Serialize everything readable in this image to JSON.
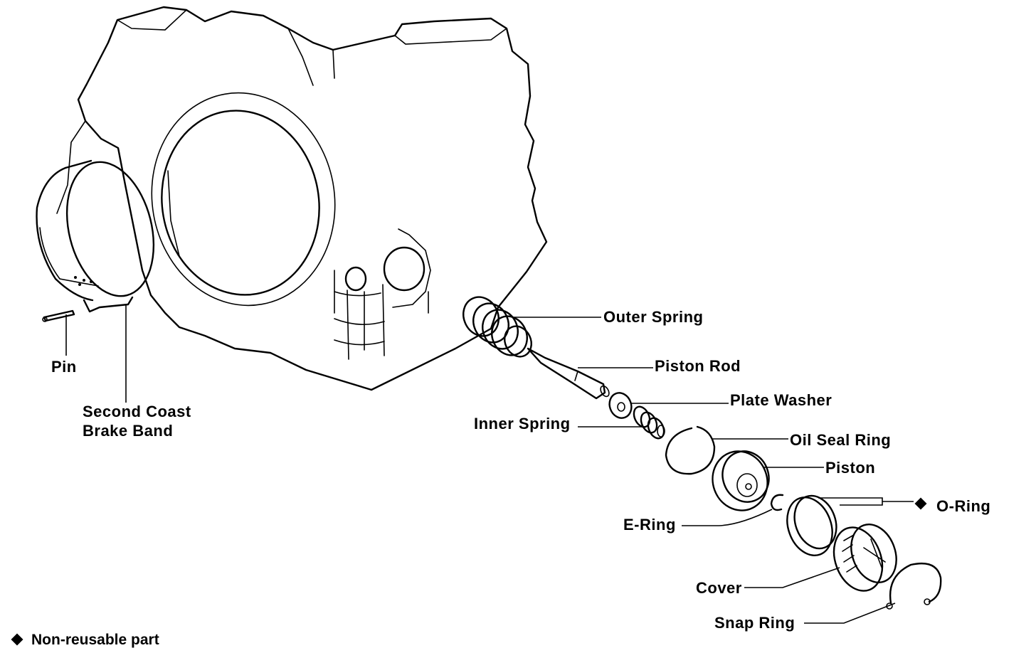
{
  "labels": {
    "outer_spring": "Outer Spring",
    "piston_rod": "Piston Rod",
    "plate_washer": "Plate Washer",
    "inner_spring": "Inner Spring",
    "oil_seal_ring": "Oil Seal Ring",
    "piston": "Piston",
    "o_ring": "O-Ring",
    "e_ring": "E-Ring",
    "cover": "Cover",
    "snap_ring": "Snap Ring",
    "pin": "Pin",
    "second_coast_brake_band_line1": "Second Coast",
    "second_coast_brake_band_line2": "Brake Band"
  },
  "legend": {
    "symbol": "diamond",
    "text": "Non-reusable part"
  }
}
